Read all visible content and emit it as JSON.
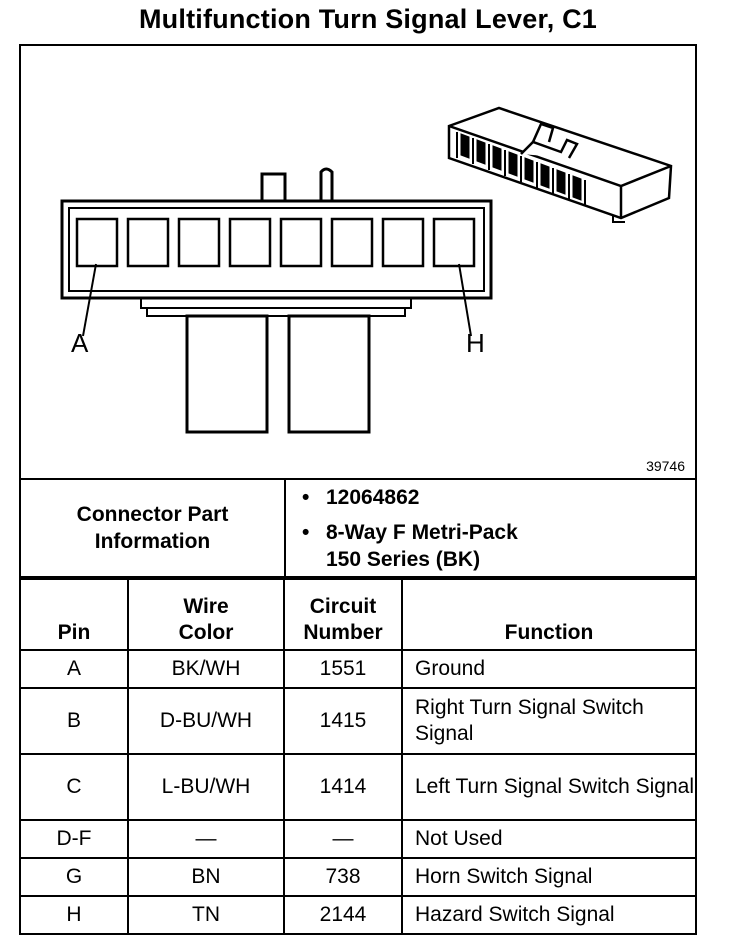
{
  "title": "Multifunction Turn Signal Lever, C1",
  "figure": {
    "number": "39746",
    "pin_label_left": "A",
    "pin_label_right": "H"
  },
  "connector_info": {
    "label_line1": "Connector Part",
    "label_line2": "Information",
    "bullets": [
      {
        "line1": "12064862",
        "line2": ""
      },
      {
        "line1": "8-Way F Metri-Pack",
        "line2": "150 Series (BK)"
      }
    ]
  },
  "pin_table": {
    "headers": {
      "pin": "Pin",
      "wire_color_1": "Wire",
      "wire_color_2": "Color",
      "circuit_1": "Circuit",
      "circuit_2": "Number",
      "function": "Function"
    },
    "rows": [
      {
        "pin": "A",
        "wire": "BK/WH",
        "circuit": "1551",
        "function": "Ground"
      },
      {
        "pin": "B",
        "wire": "D-BU/WH",
        "circuit": "1415",
        "function": "Right Turn Signal Switch Signal"
      },
      {
        "pin": "C",
        "wire": "L-BU/WH",
        "circuit": "1414",
        "function": "Left Turn Signal Switch Signal"
      },
      {
        "pin": "D-F",
        "wire": "—",
        "circuit": "—",
        "function": "Not Used"
      },
      {
        "pin": "G",
        "wire": "BN",
        "circuit": "738",
        "function": "Horn Switch Signal"
      },
      {
        "pin": "H",
        "wire": "TN",
        "circuit": "2144",
        "function": "Hazard Switch Signal"
      }
    ]
  }
}
